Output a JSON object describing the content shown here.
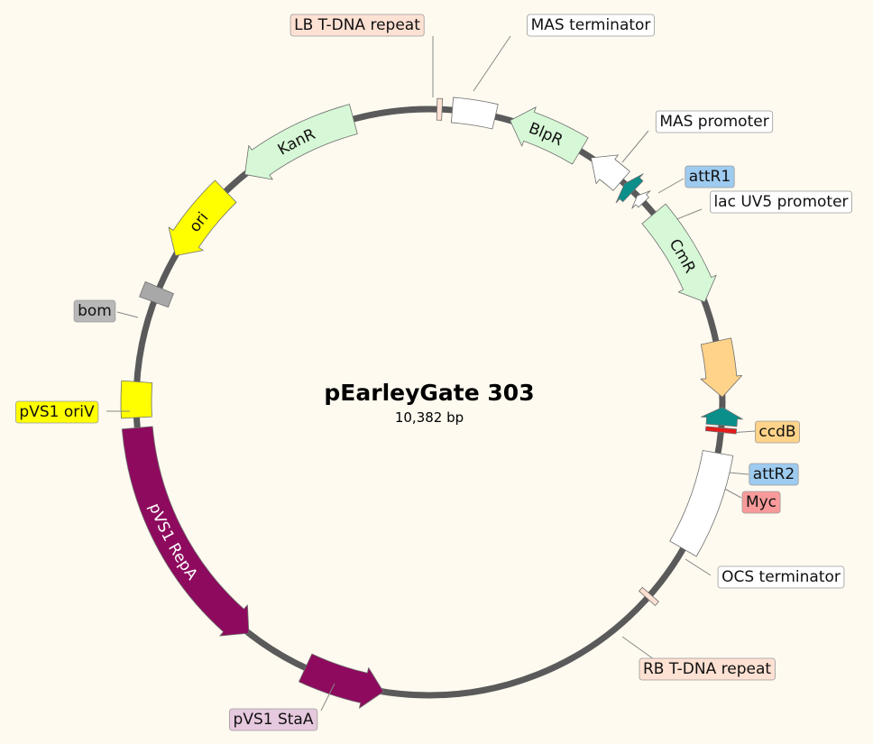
{
  "plasmid": {
    "name": "pEarleyGate 303",
    "length_label": "10,382 bp",
    "backbone_color": "#5a5a5a"
  },
  "features": [
    {
      "id": "lb-t-dna-repeat",
      "label": "LB T-DNA repeat",
      "type": "repeat",
      "fill": "#fde1d3",
      "label_bg": "#fde1d3"
    },
    {
      "id": "mas-terminator",
      "label": "MAS terminator",
      "type": "terminator",
      "fill": "#ffffff",
      "label_bg": "#ffffff"
    },
    {
      "id": "blpr",
      "label": "BlpR",
      "type": "cds",
      "fill": "#d6f8d6",
      "label_bg": "#d6f8d6"
    },
    {
      "id": "mas-promoter",
      "label": "MAS promoter",
      "type": "promoter",
      "fill": "#ffffff",
      "label_bg": "#ffffff"
    },
    {
      "id": "attr1",
      "label": "attR1",
      "type": "recombination-site",
      "fill": "#0b8f8b",
      "label_bg": "#9ecbf0"
    },
    {
      "id": "lac-uv5-promoter",
      "label": "lac UV5 promoter",
      "type": "promoter",
      "fill": "#ffffff",
      "label_bg": "#ffffff"
    },
    {
      "id": "cmr",
      "label": "CmR",
      "type": "cds",
      "fill": "#d6f8d6",
      "label_bg": "#d6f8d6"
    },
    {
      "id": "ccdb",
      "label": "ccdB",
      "type": "cds",
      "fill": "#ffd389",
      "label_bg": "#ffd389"
    },
    {
      "id": "attr2",
      "label": "attR2",
      "type": "recombination-site",
      "fill": "#0b8f8b",
      "label_bg": "#9ecbf0"
    },
    {
      "id": "myc",
      "label": "Myc",
      "type": "tag",
      "fill": "#e41b1b",
      "label_bg": "#f99a9a"
    },
    {
      "id": "ocs-terminator",
      "label": "OCS terminator",
      "type": "terminator",
      "fill": "#ffffff",
      "label_bg": "#ffffff"
    },
    {
      "id": "rb-t-dna-repeat",
      "label": "RB T-DNA repeat",
      "type": "repeat",
      "fill": "#fde1d3",
      "label_bg": "#fde1d3"
    },
    {
      "id": "pvs1-stasa",
      "label": "pVS1 StaA",
      "type": "cds",
      "fill": "#8e0a5e",
      "label_bg": "#e6c9de"
    },
    {
      "id": "pvs1-repa",
      "label": "pVS1 RepA",
      "type": "cds",
      "fill": "#8e0a5e",
      "label_bg": "#e6c9de"
    },
    {
      "id": "pvs1-oriv",
      "label": "pVS1 oriV",
      "type": "origin",
      "fill": "#ffff00",
      "label_bg": "#ffff00"
    },
    {
      "id": "bom",
      "label": "bom",
      "type": "misc",
      "fill": "#a8a8a8",
      "label_bg": "#b8b8b8"
    },
    {
      "id": "ori",
      "label": "ori",
      "type": "origin",
      "fill": "#ffff00",
      "label_bg": "#ffff00"
    },
    {
      "id": "kanr",
      "label": "KanR",
      "type": "cds",
      "fill": "#d6f8d6",
      "label_bg": "#d6f8d6"
    }
  ]
}
